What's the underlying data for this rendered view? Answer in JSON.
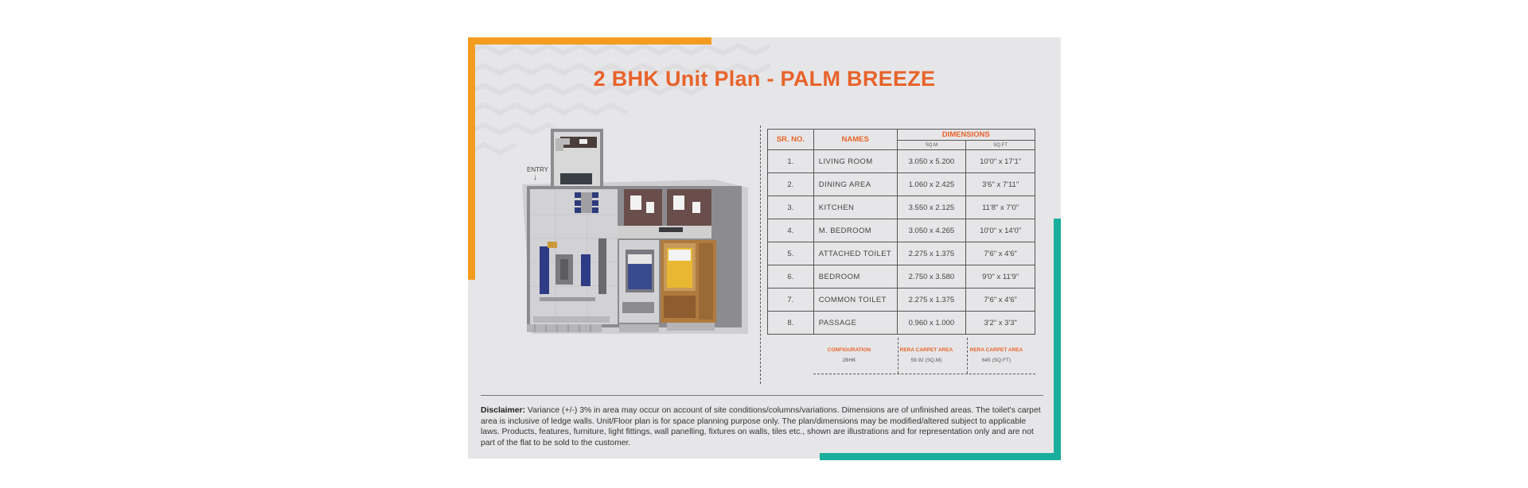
{
  "title": "2 BHK Unit Plan - PALM BREEZE",
  "floorplan": {
    "entry_label": "ENTRY",
    "entry_arrow": "↓"
  },
  "table": {
    "headers": {
      "sr_no": "SR. NO.",
      "names": "NAMES",
      "dimensions": "DIMENSIONS",
      "sqm": "SQ.M",
      "sqft": "SQ.FT"
    },
    "rows": [
      {
        "sr": "1.",
        "name": "LIVING ROOM",
        "sqm": "3.050 x 5.200",
        "sqft": "10'0\" x 17'1\""
      },
      {
        "sr": "2.",
        "name": "DINING AREA",
        "sqm": "1.060 x 2.425",
        "sqft": "3'6\" x 7'11\""
      },
      {
        "sr": "3.",
        "name": "KITCHEN",
        "sqm": "3.550 x 2.125",
        "sqft": "11'8\" x 7'0\""
      },
      {
        "sr": "4.",
        "name": "M. BEDROOM",
        "sqm": "3.050 x 4.265",
        "sqft": "10'0\" x 14'0\""
      },
      {
        "sr": "5.",
        "name": "ATTACHED TOILET",
        "sqm": "2.275 x 1.375",
        "sqft": "7'6\" x 4'6\""
      },
      {
        "sr": "6.",
        "name": "BEDROOM",
        "sqm": "2.750 x 3.580",
        "sqft": "9'0\" x 11'9\""
      },
      {
        "sr": "7.",
        "name": "COMMON TOILET",
        "sqm": "2.275 x 1.375",
        "sqft": "7'6\" x 4'6\""
      },
      {
        "sr": "8.",
        "name": "PASSAGE",
        "sqm": "0.960 x 1.000",
        "sqft": "3'2\" x 3'3\""
      }
    ]
  },
  "summary": {
    "configuration_label": "CONFIGURATION",
    "configuration_value": "2BHK",
    "rera_sqm_label": "RERA CARPET AREA",
    "rera_sqm_value": "59.92 (SQ.M)",
    "rera_sqft_label": "RERA CARPET AREA",
    "rera_sqft_value": "645 (SQ.FT)"
  },
  "disclaimer": {
    "label": "Disclaimer:",
    "text": " Variance (+/-) 3% in area may occur on account of site conditions/columns/variations. Dimensions are of unfinished areas. The toilet's carpet area is inclusive of ledge walls. Unit/Floor plan is for space planning purpose only. The plan/dimensions may be modified/altered subject to applicable laws. Products, features, furniture, light fittings, wall panelling, fixtures on walls, tiles etc., shown are illustrations and for representation only and are not part of the flat to be sold to the customer."
  },
  "colors": {
    "orange_accent": "#f39c1f",
    "teal_accent": "#1aae9c",
    "title": "#e8632a",
    "card_bg": "#e6e6e8"
  }
}
